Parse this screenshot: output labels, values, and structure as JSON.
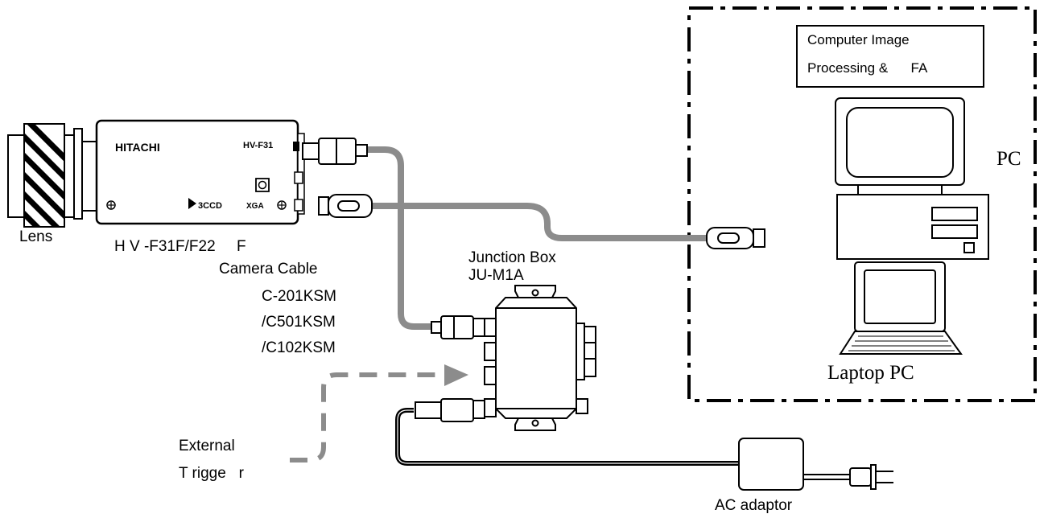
{
  "labels": {
    "lens": "Lens",
    "camera_model": "H V -F31F/F22     F",
    "camera_brand": "HITACHI",
    "camera_badge": "HV-F31",
    "camera_logo": "3CCD",
    "camera_xga": "XGA",
    "camera_cable_title": "Camera Cable",
    "camera_cable_models": [
      "C-201KSM",
      "/C501KSM",
      "/C102KSM"
    ],
    "junction_box_title": "Junction Box",
    "junction_box_model": "JU-M1A",
    "computer_box_line1": "Computer Image",
    "computer_box_line2": "Processing &      FA",
    "pc": "PC",
    "laptop_pc": "Laptop PC",
    "external_trigger_line1": "External",
    "external_trigger_line2": "T rigge   r",
    "ac_adaptor": "AC adaptor"
  },
  "colors": {
    "cable_gray": "#8c8c8c",
    "power_cable": "#000000",
    "line": "#000000"
  }
}
